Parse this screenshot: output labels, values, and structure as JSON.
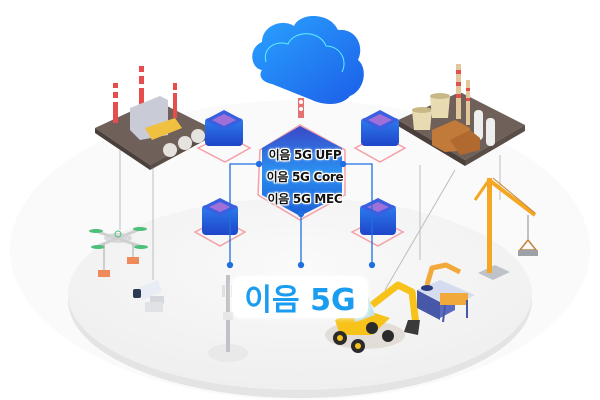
{
  "diagram": {
    "title": "이음 5G",
    "core": {
      "labels": [
        "이음 5G UFP",
        "이음 5G Core",
        "이음 5G MEC"
      ]
    },
    "nodes": [
      {
        "id": "cloud",
        "label": "cloud"
      },
      {
        "id": "factory-left",
        "label": "factory"
      },
      {
        "id": "power-plant-right",
        "label": "power plant"
      },
      {
        "id": "server-top-left",
        "label": "server"
      },
      {
        "id": "server-top-right",
        "label": "server"
      },
      {
        "id": "server-bottom-left",
        "label": "server"
      },
      {
        "id": "server-bottom-right",
        "label": "server"
      },
      {
        "id": "drone",
        "label": "drone"
      },
      {
        "id": "cctv",
        "label": "cctv camera"
      },
      {
        "id": "antenna",
        "label": "5G antenna"
      },
      {
        "id": "excavator",
        "label": "excavator"
      },
      {
        "id": "robot-arm",
        "label": "robot arm"
      },
      {
        "id": "crane",
        "label": "tower crane"
      }
    ],
    "colors": {
      "brand_blue": "#1a9cf0",
      "line_blue": "#1f6fe0",
      "cloud_blue": "#1e7cf0",
      "server_blue": "#2458d8",
      "pink_outline": "#f4a0a8",
      "platform": "#f3f3f3",
      "platform_edge": "#c8c8c8",
      "crane_orange": "#f5a623",
      "excavator_yellow": "#f7c21a"
    }
  }
}
